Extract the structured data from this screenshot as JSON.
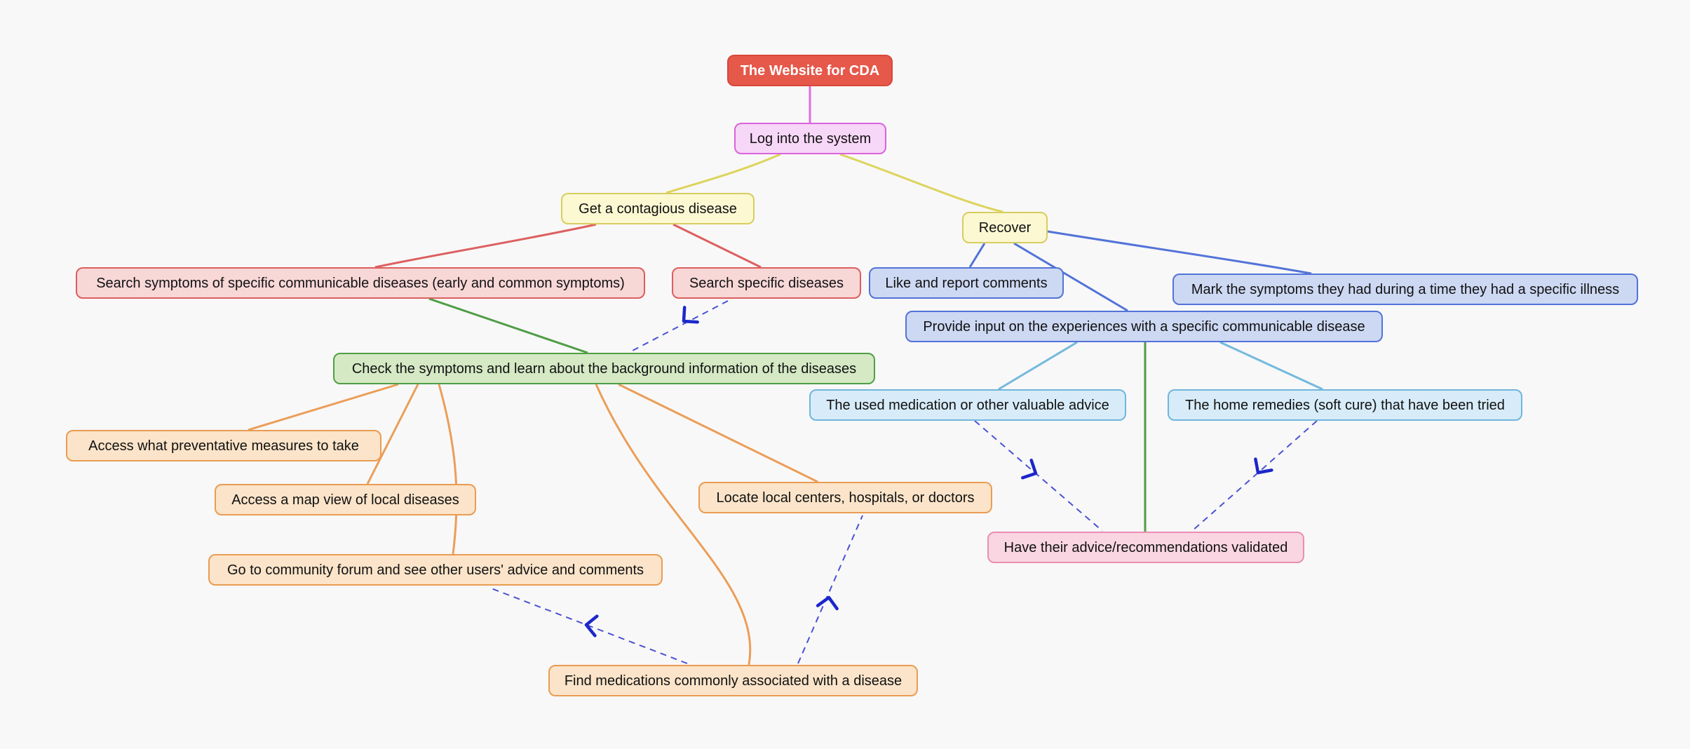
{
  "diagram": {
    "kind": "mind-map flowchart",
    "background": "#f8f8f8",
    "palette": {
      "root_fill": "#e5584a",
      "pink_fill": "#f7d7f7",
      "pink_border": "#db63db",
      "yellow_fill": "#fbf8d2",
      "yellow_border": "#d8cd60",
      "red_fill": "#f8d7d7",
      "red_border": "#dc5e5e",
      "blue_fill": "#cdd8f3",
      "blue_border": "#5273d8",
      "green_fill": "#d4e9c4",
      "green_border": "#519e46",
      "cyan_fill": "#d7ecf8",
      "cyan_border": "#70b6dc",
      "orange_fill": "#fbe4c9",
      "orange_border": "#e99c53",
      "rose_fill": "#f9d6e1",
      "rose_border": "#e88fb2",
      "dashed_edge": "#4a52d4",
      "arrowhead": "#1c27cb"
    }
  },
  "nodes": {
    "root": {
      "label": "The Website for CDA"
    },
    "login": {
      "label": "Log into the system"
    },
    "get": {
      "label": "Get a contagious disease"
    },
    "recover": {
      "label": "Recover"
    },
    "searchSym": {
      "label": "Search symptoms of specific communicable diseases (early and common symptoms)"
    },
    "searchSpec": {
      "label": "Search specific diseases"
    },
    "like": {
      "label": "Like and report comments"
    },
    "mark": {
      "label": "Mark the symptoms they had during a time they had a specific illness"
    },
    "provide": {
      "label": "Provide input on the experiences with a specific communicable disease"
    },
    "check": {
      "label": "Check the symptoms and learn about the background information of the diseases"
    },
    "usedMed": {
      "label": "The used medication or other valuable advice"
    },
    "homeRem": {
      "label": "The home remedies (soft cure) that have been tried"
    },
    "preventative": {
      "label": "Access what preventative measures to take"
    },
    "mapView": {
      "label": "Access a map view of local diseases"
    },
    "forum": {
      "label": "Go to community forum and see other users' advice and comments"
    },
    "locate": {
      "label": "Locate local centers, hospitals, or doctors"
    },
    "validated": {
      "label": "Have their advice/recommendations validated"
    },
    "findMed": {
      "label": "Find medications commonly associated with a disease"
    }
  },
  "edges": [
    {
      "from": "root",
      "to": "login",
      "style": "solid",
      "color": "pink"
    },
    {
      "from": "login",
      "to": "get",
      "style": "solid",
      "color": "yellow"
    },
    {
      "from": "login",
      "to": "recover",
      "style": "solid",
      "color": "yellow"
    },
    {
      "from": "get",
      "to": "searchSym",
      "style": "solid",
      "color": "red"
    },
    {
      "from": "get",
      "to": "searchSpec",
      "style": "solid",
      "color": "red"
    },
    {
      "from": "recover",
      "to": "like",
      "style": "solid",
      "color": "blue"
    },
    {
      "from": "recover",
      "to": "provide",
      "style": "solid",
      "color": "blue"
    },
    {
      "from": "recover",
      "to": "mark",
      "style": "solid",
      "color": "blue"
    },
    {
      "from": "searchSym",
      "to": "check",
      "style": "solid",
      "color": "green"
    },
    {
      "from": "check",
      "to": "preventative",
      "style": "solid",
      "color": "orange"
    },
    {
      "from": "check",
      "to": "mapView",
      "style": "solid",
      "color": "orange"
    },
    {
      "from": "check",
      "to": "forum",
      "style": "solid",
      "color": "orange"
    },
    {
      "from": "check",
      "to": "locate",
      "style": "solid",
      "color": "orange"
    },
    {
      "from": "check",
      "to": "findMed",
      "style": "solid",
      "color": "orange"
    },
    {
      "from": "provide",
      "to": "usedMed",
      "style": "solid",
      "color": "cyan"
    },
    {
      "from": "provide",
      "to": "homeRem",
      "style": "solid",
      "color": "cyan"
    },
    {
      "from": "provide",
      "to": "validated",
      "style": "solid",
      "color": "green"
    },
    {
      "from": "searchSpec",
      "to": "check",
      "style": "dashed-arrow",
      "color": "blue"
    },
    {
      "from": "usedMed",
      "to": "validated",
      "style": "dashed-arrow",
      "color": "blue"
    },
    {
      "from": "homeRem",
      "to": "validated",
      "style": "dashed-arrow",
      "color": "blue"
    },
    {
      "from": "findMed",
      "to": "forum",
      "style": "dashed-arrow",
      "color": "blue"
    },
    {
      "from": "findMed",
      "to": "locate",
      "style": "dashed-arrow",
      "color": "blue"
    }
  ]
}
